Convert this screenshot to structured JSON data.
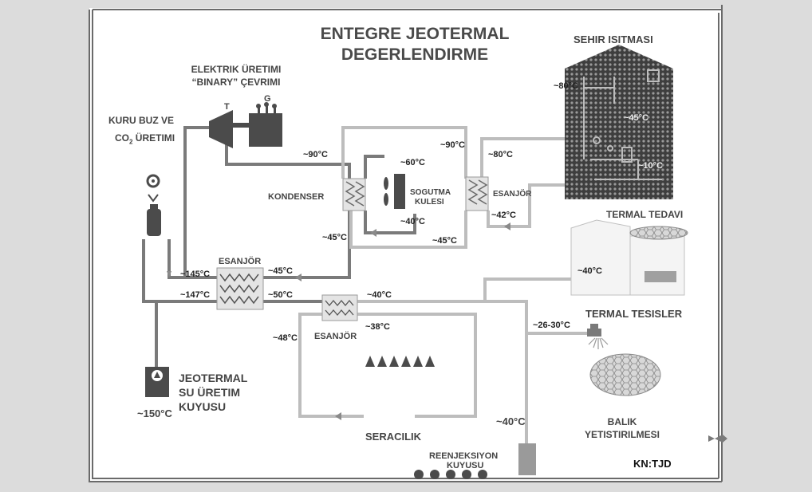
{
  "title": {
    "line1": "ENTEGRE JEOTERMAL",
    "line2": "DEGERLENDIRME"
  },
  "sections": {
    "sehir_isitmasi": "SEHIR ISITMASI",
    "elektrik_line1": "ELEKTRIK ÜRETIMI",
    "elektrik_line2": "“BINARY” ÇEVRIMI",
    "kuru_buz_line1": "KURU BUZ VE",
    "kuru_buz_line2_prefix": "CO",
    "kuru_buz_line2_sub": "2",
    "kuru_buz_line2_suffix": " ÜRETIMI",
    "kondenser": "KONDENSER",
    "sogutma_line1": "SOGUTMA",
    "sogutma_line2": "KULESI",
    "esanjor_right": "ESANJÖR",
    "esanjor_main": "ESANJÖR",
    "esanjor_green": "ESANJÖR",
    "termal_tedavi": "TERMAL TEDAVI",
    "termal_tesisler": "TERMAL TESISLER",
    "jeotermal_line1": "JEOTERMAL",
    "jeotermal_line2": "SU ÜRETIM",
    "jeotermal_line3": "KUYUSU",
    "seracilik": "SERACILIK",
    "balik_line1": "BALIK",
    "balik_line2": "YETISTIRILMESI",
    "reenjeksiyon_line1": "REENJEKSIYON",
    "reenjeksiyon_line2": "KUYUSU",
    "kn": "KN:TJD",
    "turbine_letter": "T",
    "generator_letter": "G"
  },
  "temperatures": {
    "sehir_80": "~80°C",
    "sehir_45": "~45°C",
    "sehir_10": "~10°C",
    "binary_90": "~90°C",
    "loop_90": "~90°C",
    "esanjor_in_80": "~80°C",
    "tower_60": "~60°C",
    "tower_40": "~40°C",
    "esanjor_out_42": "~42°C",
    "kond_45": "~45°C",
    "loop_45": "~45°C",
    "well_145": "~145°C",
    "esanjor_45": "~45°C",
    "well_147": "~147°C",
    "esanjor_50": "~50°C",
    "green_40": "~40°C",
    "tedavi_40": "~40°C",
    "green_48": "~48°C",
    "green_38": "~38°C",
    "tesis_26_30": "~26-30°C",
    "well_150": "~150°C",
    "reinj_40": "~40°C"
  },
  "colors": {
    "background": "#dcdcdc",
    "canvas": "#ffffff",
    "pipe_dark": "#7a7a7a",
    "pipe_light": "#bdbdbd",
    "equipment": "#4b4b4b",
    "text": "#333333"
  },
  "icons": {
    "turbine": "turbine-icon",
    "generator": "generator-icon",
    "pump": "pump-icon",
    "fan": "fan-icon",
    "tap": "tap-icon",
    "fish": "fish-icon",
    "plants": "plant-icon"
  }
}
